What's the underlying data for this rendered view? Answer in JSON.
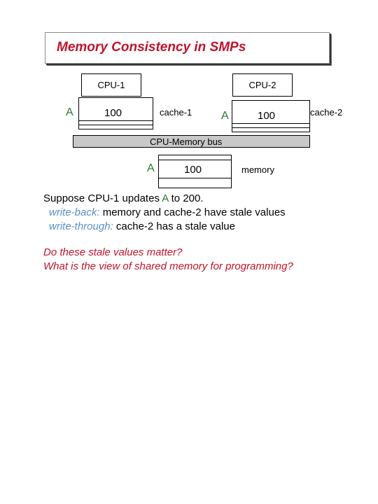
{
  "title": "Memory Consistency in SMPs",
  "diagram": {
    "cpu1": "CPU-1",
    "cpu2": "CPU-2",
    "cache1": {
      "var": "A",
      "value": "100",
      "label": "cache-1"
    },
    "cache2": {
      "var": "A",
      "value": "100",
      "label": "cache-2"
    },
    "bus": "CPU-Memory bus",
    "memory": {
      "var": "A",
      "value": "100",
      "label": "memory"
    }
  },
  "body": {
    "line1_pre": "Suppose CPU-1 updates ",
    "line1_var": "A",
    "line1_post": " to 200.",
    "wb_label": "write-back:",
    "wb_text": " memory and cache-2 have stale values",
    "wt_label": "write-through:",
    "wt_text": " cache-2 has a stale value"
  },
  "questions": {
    "q1": "Do these stale values matter?",
    "q2": "What is the view of shared memory for programming?"
  }
}
